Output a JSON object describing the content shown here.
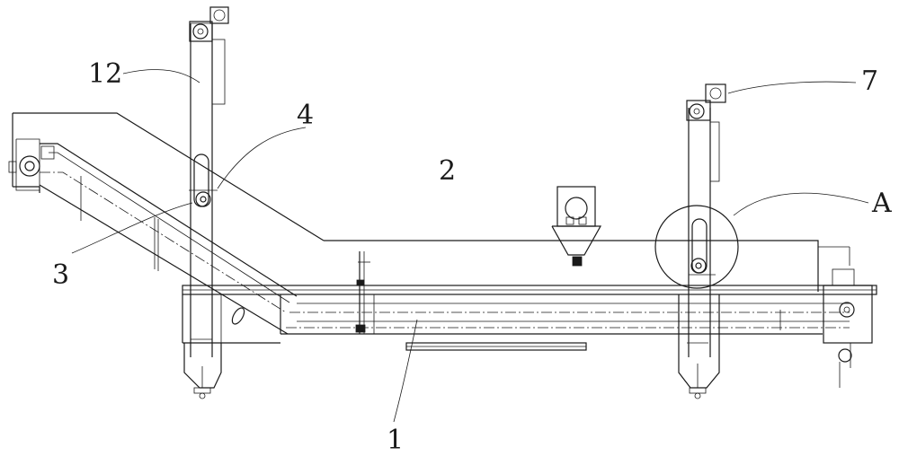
{
  "labels": {
    "part_1": "1",
    "part_2": "2",
    "part_3": "3",
    "part_4": "4",
    "part_7": "7",
    "part_12": "12",
    "detail_a": "A"
  },
  "colors": {
    "line": "#1a1a1a",
    "background": "#ffffff"
  }
}
